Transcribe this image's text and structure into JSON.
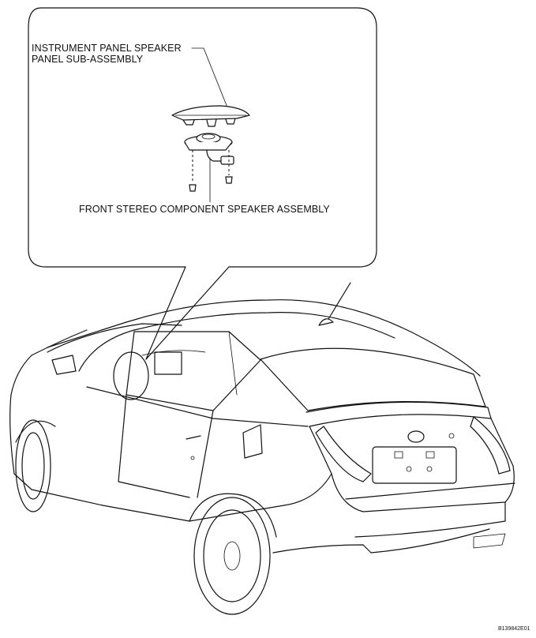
{
  "labels": {
    "instrument_panel_line1": "INSTRUMENT PANEL SPEAKER",
    "instrument_panel_line2": "PANEL SUB-ASSEMBLY",
    "front_speaker": "FRONT STEREO COMPONENT SPEAKER ASSEMBLY",
    "figure_code": "B139842E01"
  },
  "colors": {
    "line": "#111111",
    "background": "#ffffff"
  }
}
